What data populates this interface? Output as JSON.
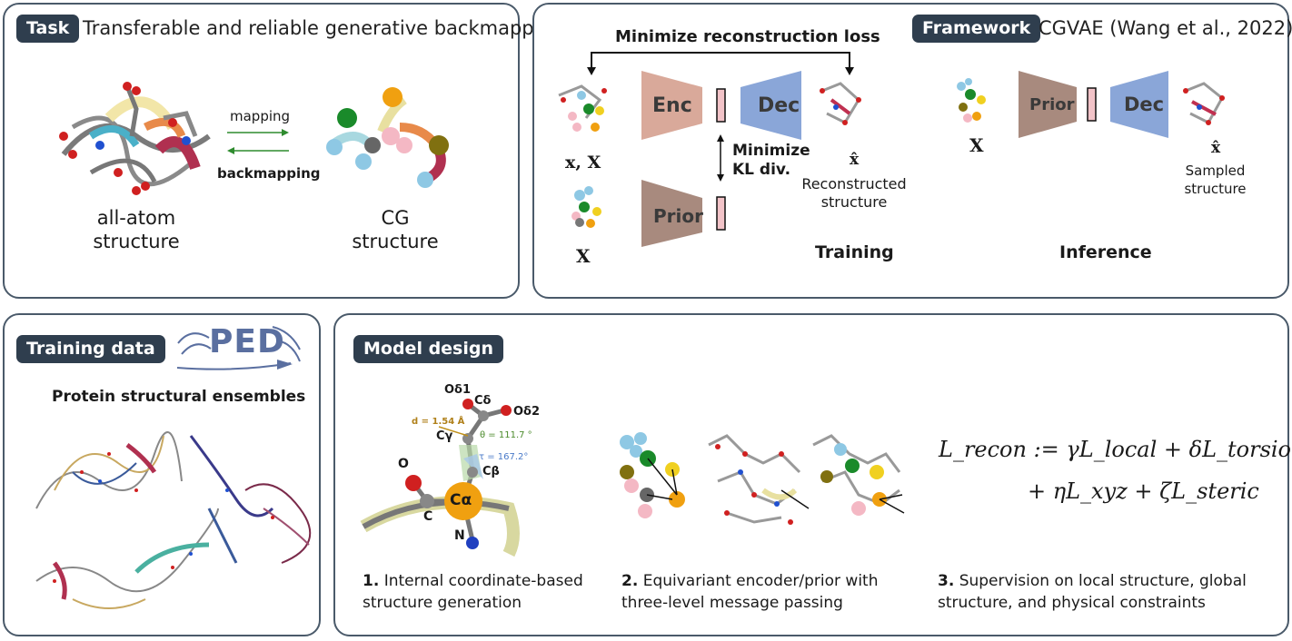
{
  "task": {
    "tag": "Task",
    "title": "Transferable and reliable generative backmapper",
    "mapping": "mapping",
    "backmapping": "backmapping",
    "allatom_l1": "all-atom",
    "allatom_l2": "structure",
    "cg_l1": "CG",
    "cg_l2": "structure"
  },
  "framework": {
    "tag": "Framework",
    "title": "CGVAE (Wang et al., 2022)",
    "min_recon": "Minimize reconstruction loss",
    "enc": "Enc",
    "dec": "Dec",
    "prior": "Prior",
    "min_kl_l1": "Minimize",
    "min_kl_l2": "KL div.",
    "x_X": "x, X",
    "X": "X",
    "xhat": "x̂",
    "recon_l1": "Reconstructed",
    "recon_l2": "structure",
    "training": "Training",
    "inf_prior": "Prior",
    "inf_dec": "Dec",
    "inf_X": "X",
    "inf_xhat": "x̂",
    "sampled_l1": "Sampled",
    "sampled_l2": "structure",
    "inference": "Inference"
  },
  "training_data": {
    "tag": "Training data",
    "logo": "PED",
    "subtitle": "Protein structural ensembles"
  },
  "model": {
    "tag": "Model design",
    "atoms": {
      "od1": "Oδ1",
      "cd": "Cδ",
      "od2": "Oδ2",
      "d": "d = 1.54 Å",
      "theta": "θ = 111.7 °",
      "cg": "Cγ",
      "tau": "τ = 167.2°",
      "cb": "Cβ",
      "o": "O",
      "ca": "Cα",
      "c": "C",
      "n": "N"
    },
    "cap1_num": "1.",
    "cap1_l1": " Internal coordinate-based",
    "cap1_l2": "structure generation",
    "cap2_num": "2.",
    "cap2_l1": " Equivariant encoder/prior with",
    "cap2_l2": "three-level message passing",
    "cap3_num": "3.",
    "cap3_l1": " Supervision on local structure, global",
    "cap3_l2": "structure, and physical constraints",
    "eq_line1": "L_recon := γL_local + δL_torsion",
    "eq_line2": "+ ηL_xyz + ζL_steric"
  },
  "colors": {
    "panel_border": "#4a5a6a",
    "tag_bg": "#2f3e4e",
    "enc": "#d9a99a",
    "dec": "#8aa6d8",
    "prior": "#a88a7e",
    "latent": "#f2c3c8",
    "arrow_green": "#2e8b2e"
  }
}
